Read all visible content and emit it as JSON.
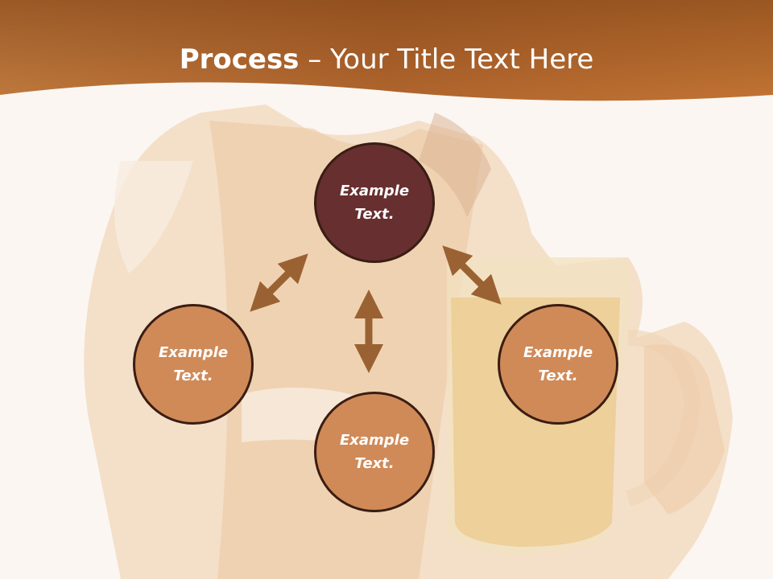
{
  "slide": {
    "title_bold": "Process",
    "title_rest": " – Your Title Text Here"
  },
  "diagram": {
    "nodes": [
      {
        "id": "top",
        "label_line1": "Example",
        "label_line2": "Text."
      },
      {
        "id": "left",
        "label_line1": "Example",
        "label_line2": "Text."
      },
      {
        "id": "right",
        "label_line1": "Example",
        "label_line2": "Text."
      },
      {
        "id": "bottom",
        "label_line1": "Example",
        "label_line2": "Text."
      }
    ],
    "connections": [
      {
        "from": "top",
        "to": "left",
        "bidirectional": true
      },
      {
        "from": "top",
        "to": "right",
        "bidirectional": true
      },
      {
        "from": "top",
        "to": "bottom",
        "bidirectional": true
      }
    ]
  },
  "colors": {
    "header": "#b86a2f",
    "node_primary": "#672f30",
    "node_secondary": "#d08a57",
    "arrow": "#9a6232",
    "background": "#fbf6f1"
  }
}
